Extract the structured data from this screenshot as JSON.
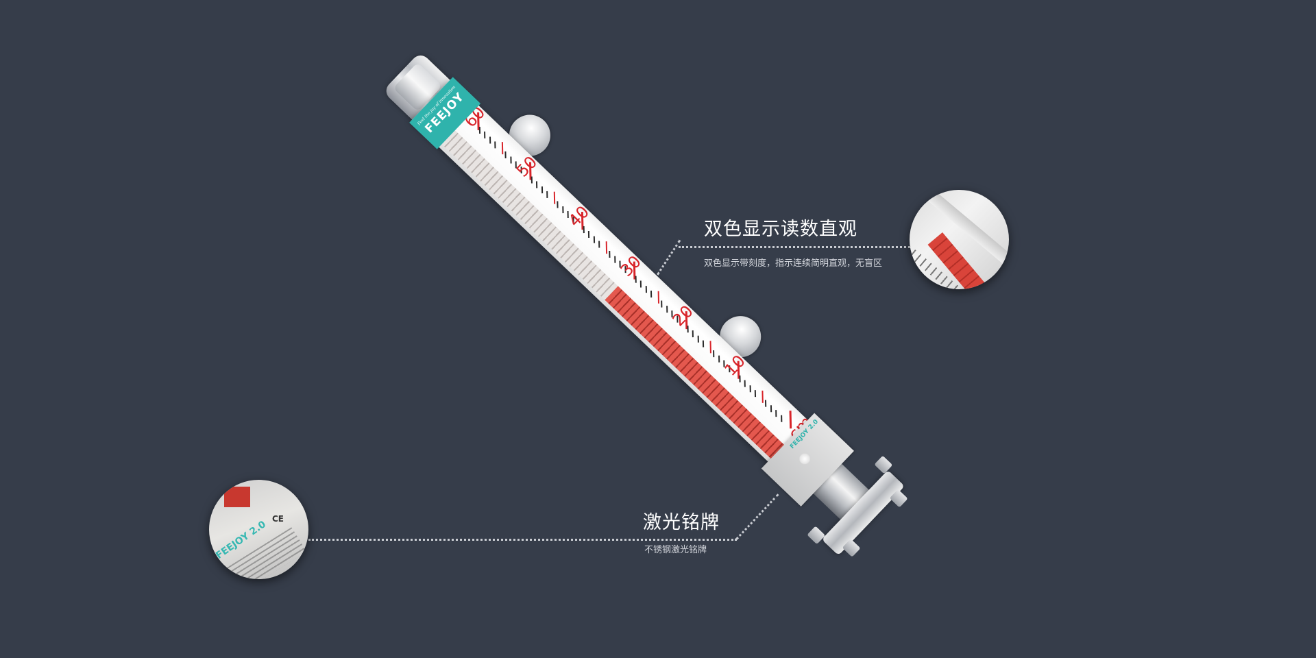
{
  "background_color": "#363d4a",
  "product": {
    "brand": "FEEJOY",
    "slogan": "Feel the joy of innovation",
    "scale_unit": "cm",
    "scale_labels": [
      "60",
      "50",
      "40",
      "30",
      "20",
      "10"
    ],
    "indicator_level_cm": 30,
    "colors": {
      "brand_band": "#2fb3ac",
      "scale_red": "#d8242a",
      "flap_red": "#e4584e",
      "flap_white": "#e8e4e2"
    },
    "nameplate_logo": "FEEJOY 2.0"
  },
  "callouts": [
    {
      "id": "dual-color-display",
      "title": "双色显示读数直观",
      "description": "双色显示带刻度，指示连续简明直观，无盲区"
    },
    {
      "id": "laser-nameplate",
      "title": "激光铭牌",
      "description": "不锈钢激光铭牌"
    }
  ],
  "zoom_detail_left": {
    "logo": "FEEJOY 2.0",
    "mark": "CE"
  }
}
